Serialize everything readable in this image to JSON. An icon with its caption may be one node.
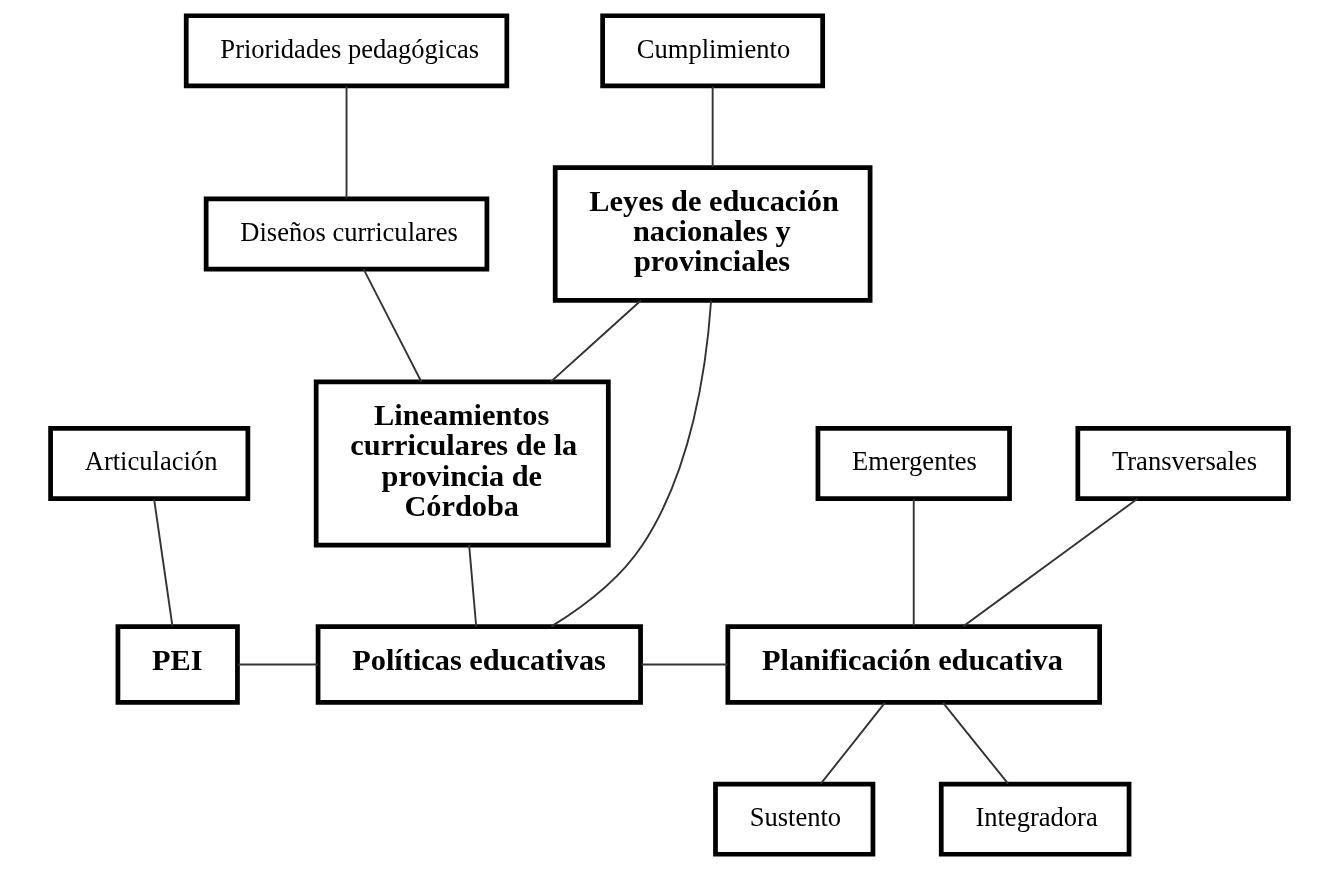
{
  "diagram": {
    "nodes": [
      {
        "text": [
          "Prioridades pedagógicas"
        ]
      },
      {
        "text": [
          "Cumplimiento"
        ]
      },
      {
        "text": [
          "Diseños curriculares"
        ]
      },
      {
        "text": [
          "Articulación"
        ]
      },
      {
        "text": [
          "Emergentes"
        ]
      },
      {
        "text": [
          "Leyes de educación nacionales y provinciales"
        ]
      },
      {
        "text": [
          "Transversales"
        ]
      },
      {
        "text": [
          "Lineamientos curriculares de la provincia de Córdoba"
        ]
      },
      {
        "text": [
          "PEI"
        ]
      },
      {
        "text": [
          "Políticas educativas"
        ]
      },
      {
        "text": [
          "Planificación educativa"
        ]
      },
      {
        "text": [
          "Sustento"
        ]
      },
      {
        "text": [
          "Integradora"
        ]
      }
    ],
    "edges": [
      {
        "from": 0,
        "to": 2,
        "arrow": "none"
      },
      {
        "from": 1,
        "to": 5,
        "arrow": "none"
      },
      {
        "from": 2,
        "to": 7,
        "arrow": "none"
      },
      {
        "from": 3,
        "to": 8,
        "arrow": "none"
      },
      {
        "from": 5,
        "to": 7,
        "arrow": "none"
      },
      {
        "from": 4,
        "to": 10,
        "arrow": "none"
      },
      {
        "from": 6,
        "to": 10,
        "arrow": "none"
      },
      {
        "from": 7,
        "to": 9,
        "arrow": "none"
      },
      {
        "from": 5,
        "to": 9,
        "arrow": "none"
      },
      {
        "from": 8,
        "to": 9,
        "arrow": "none"
      },
      {
        "from": 9,
        "to": 10,
        "arrow": "none"
      },
      {
        "from": 10,
        "to": 11,
        "arrow": "none"
      },
      {
        "from": 10,
        "to": 12,
        "arrow": "none"
      }
    ]
  }
}
